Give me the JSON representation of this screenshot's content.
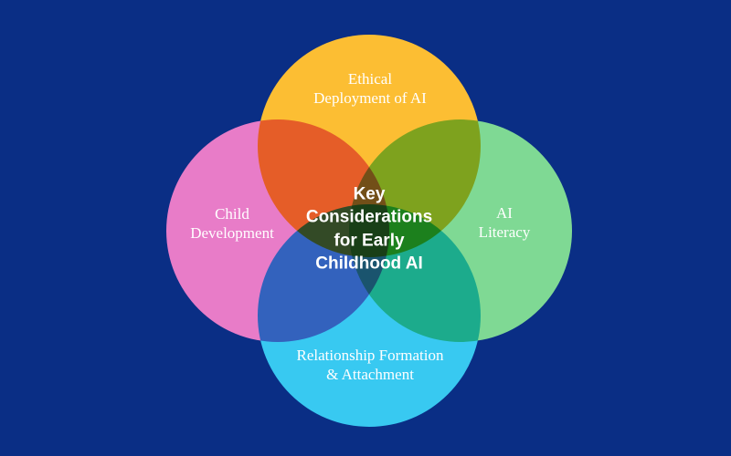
{
  "canvas": {
    "background_color": "#0A2E85"
  },
  "diagram": {
    "type": "venn-4-circle",
    "center_title": {
      "text": "Key Considerations for Early Childhood AI",
      "lines": [
        "Key",
        "Considerations",
        "for Early",
        "Childhood AI"
      ],
      "color": "#FFFFFF"
    },
    "label_color": "#FFFFFF",
    "circles": [
      {
        "id": "ethical-deployment",
        "label": "Ethical Deployment of AI",
        "lines": [
          "Ethical",
          "Deployment of AI"
        ],
        "color": "#FCBE33",
        "position": "top"
      },
      {
        "id": "child-development",
        "label": "Child Development",
        "lines": [
          "Child",
          "Development"
        ],
        "color": "#E87CC8",
        "position": "left"
      },
      {
        "id": "ai-literacy",
        "label": "AI Literacy",
        "lines": [
          "AI",
          "Literacy"
        ],
        "color": "#7FD994",
        "position": "right"
      },
      {
        "id": "relationship-formation",
        "label": "Relationship Formation & Attachment",
        "lines": [
          "Relationship Formation",
          "& Attachment"
        ],
        "color": "#38C9F1",
        "position": "bottom"
      }
    ],
    "visible_overlap_colors": {
      "ethical_x_child": "#E25C28",
      "ethical_x_literacy": "#7DA21E",
      "child_x_relationship": "#3362BD",
      "literacy_x_relationship": "#1CAB8C",
      "ethical_x_child_x_literacy": "#724E17",
      "child_x_literacy_x_relationship": "#175270"
    }
  }
}
